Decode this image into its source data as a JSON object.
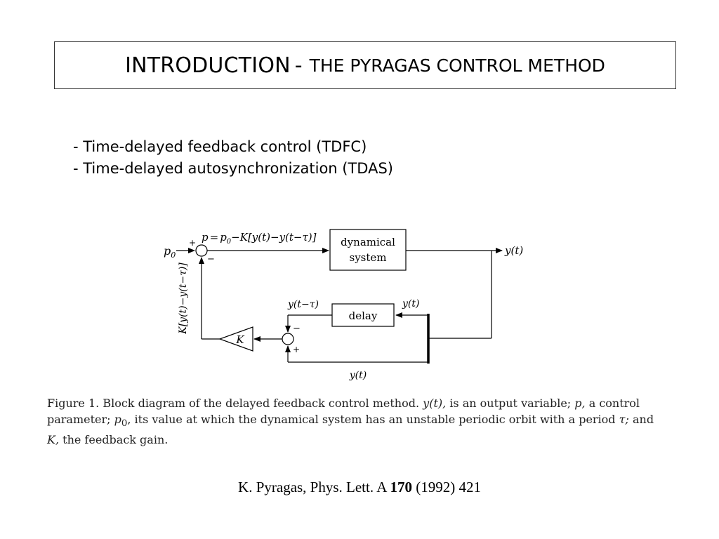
{
  "title": {
    "main": "INTRODUCTION",
    "separator": "-",
    "sub": "THE PYRAGAS CONTROL METHOD"
  },
  "bullets": [
    "- Time-delayed feedback control (TDFC)",
    "- Time-delayed autosynchronization (TDAS)"
  ],
  "diagram": {
    "input_label": "p",
    "input_sub": "0",
    "plus_top": "+",
    "minus_top": "−",
    "control_law": {
      "lhs": "p",
      "eq": "=",
      "p0": "p",
      "p0_sub": "0",
      "rest": "−K[y(t)−y(t−τ)]"
    },
    "system_block": [
      "dynamical",
      "system"
    ],
    "output_label": "y(t)",
    "delay_block": "delay",
    "delay_in_label": "y(t)",
    "delay_out_label": "y(t−τ)",
    "minus_bottom": "−",
    "plus_bottom": "+",
    "gain_label": "K",
    "feedback_label": "K[y(t)−y(t−τ)]",
    "bottom_label": "y(t)"
  },
  "caption": {
    "lead": "Figure 1. Block diagram of the delayed feedback control method.",
    "y": "y(t),",
    "t1": "is an output variable;",
    "p": "p,",
    "t2": "a control parameter;",
    "p0": "p",
    "p0_sub": "0",
    "t3": ", its value at which the dynamical system has an unstable periodic orbit with a period",
    "tau": "τ;",
    "t4": "and",
    "K": "K,",
    "t5": "the feedback gain."
  },
  "reference": {
    "pre": "K. Pyragas, Phys. Lett. A ",
    "volume": "170",
    "post": " (1992) 421"
  }
}
